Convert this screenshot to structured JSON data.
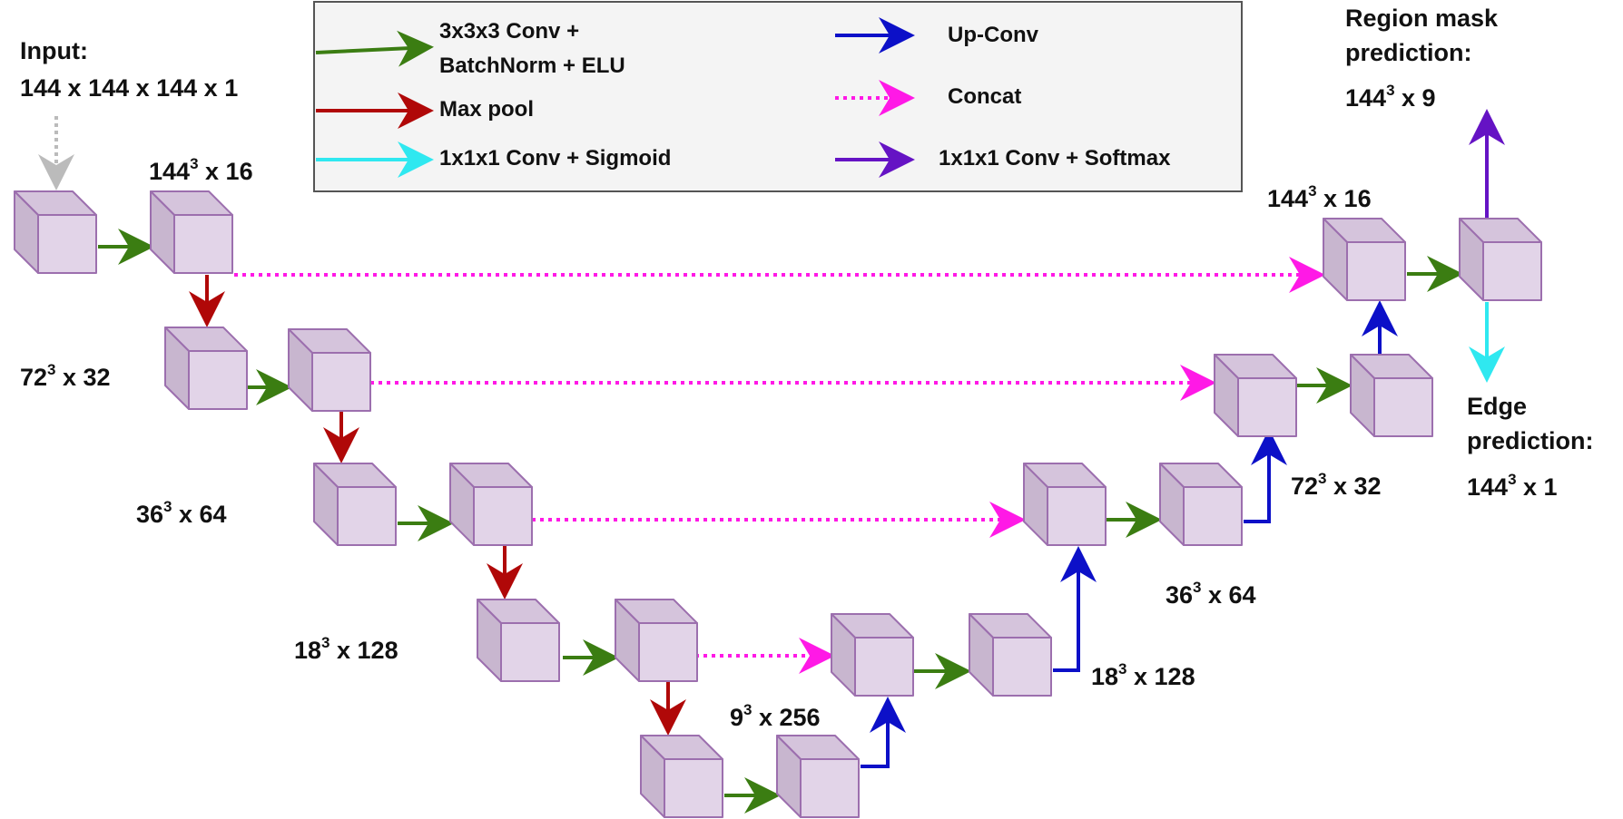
{
  "legend": {
    "conv": {
      "line1": "3x3x3 Conv +",
      "line2": "BatchNorm + ELU",
      "color": "#3b7d12"
    },
    "maxpool": {
      "label": "Max pool",
      "color": "#b00808"
    },
    "sigmoid": {
      "label": "1x1x1 Conv + Sigmoid",
      "color": "#2fe8f0"
    },
    "upconv": {
      "label": "Up-Conv",
      "color": "#0c10c8"
    },
    "concat": {
      "label": "Concat",
      "color": "#ff19e6"
    },
    "softmax": {
      "label": "1x1x1 Conv + Softmax",
      "color": "#6513c4"
    }
  },
  "input": {
    "line1": "Input:",
    "line2": "144 x 144 x 144 x 1",
    "arrow_color": "#bbbbbb"
  },
  "outputs": {
    "region": {
      "line1": "Region mask",
      "line2": "prediction:",
      "base": "144",
      "exp": "3",
      "rest": " x 9"
    },
    "edge": {
      "line1": "Edge",
      "line2": "prediction:",
      "base": "144",
      "exp": "3",
      "rest": " x 1"
    }
  },
  "shape_labels": {
    "enc1": {
      "base": "144",
      "exp": "3",
      "rest": " x 16"
    },
    "enc2": {
      "base": "72",
      "exp": "3",
      "rest": " x 32"
    },
    "enc3": {
      "base": "36",
      "exp": "3",
      "rest": " x 64"
    },
    "enc4": {
      "base": "18",
      "exp": "3",
      "rest": " x 128"
    },
    "bottleneck": {
      "base": "9",
      "exp": "3",
      "rest": " x 256"
    },
    "dec4": {
      "base": "18",
      "exp": "3",
      "rest": " x 128"
    },
    "dec3": {
      "base": "36",
      "exp": "3",
      "rest": " x 64"
    },
    "dec2": {
      "base": "72",
      "exp": "3",
      "rest": " x 32"
    },
    "dec1": {
      "base": "144",
      "exp": "3",
      "rest": " x 16"
    }
  },
  "block_colors": {
    "front": "#e2d4e8",
    "side": "#c8b6cf",
    "top": "#d5c4dc",
    "stroke": "#9c6fae"
  }
}
